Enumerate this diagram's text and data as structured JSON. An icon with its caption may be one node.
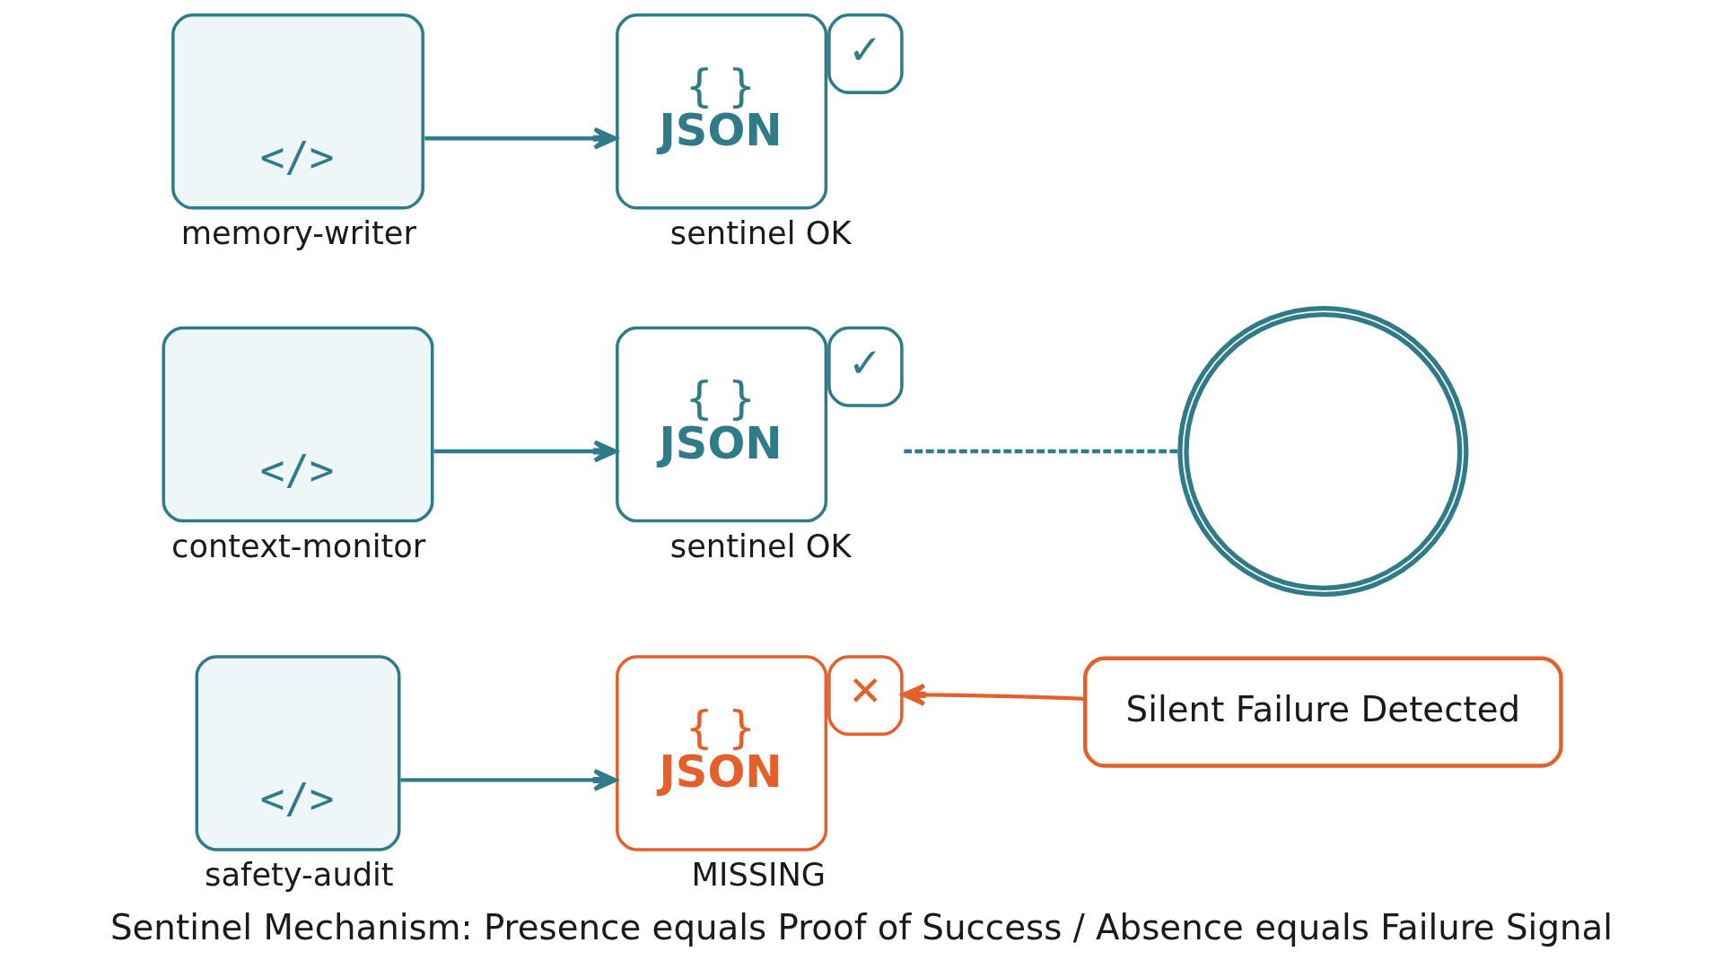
{
  "diagram": {
    "caption": "Sentinel Mechanism: Presence equals Proof of Success / Absence equals Failure Signal",
    "nodes": [
      {
        "text": [
          "</>"
        ],
        "beside": [
          "memory-writer"
        ]
      },
      {
        "text": [
          "{ }",
          "JSON",
          "✓"
        ],
        "beside": [
          "sentinel OK"
        ]
      },
      {
        "text": [
          "</>"
        ],
        "beside": [
          "context-monitor"
        ]
      },
      {
        "text": [
          "{ }",
          "JSON",
          "✓"
        ],
        "beside": [
          "sentinel OK"
        ]
      },
      {
        "text": [],
        "shape": "circle"
      },
      {
        "text": [
          "</>"
        ],
        "beside": [
          "safety-audit"
        ]
      },
      {
        "text": [
          "{ }",
          "JSON",
          "✕"
        ],
        "beside": [
          "MISSING"
        ]
      },
      {
        "text": [
          "Silent Failure Detected"
        ]
      }
    ],
    "edges": [
      {
        "from": 0,
        "to": 1,
        "arrow": "to"
      },
      {
        "from": 2,
        "to": 3,
        "arrow": "to"
      },
      {
        "from": 3,
        "to": 4,
        "arrow": "none",
        "style": "dashed"
      },
      {
        "from": 5,
        "to": 6,
        "arrow": "to"
      },
      {
        "from": 7,
        "to": 6,
        "arrow": "to",
        "color": "#e3602b"
      }
    ]
  }
}
